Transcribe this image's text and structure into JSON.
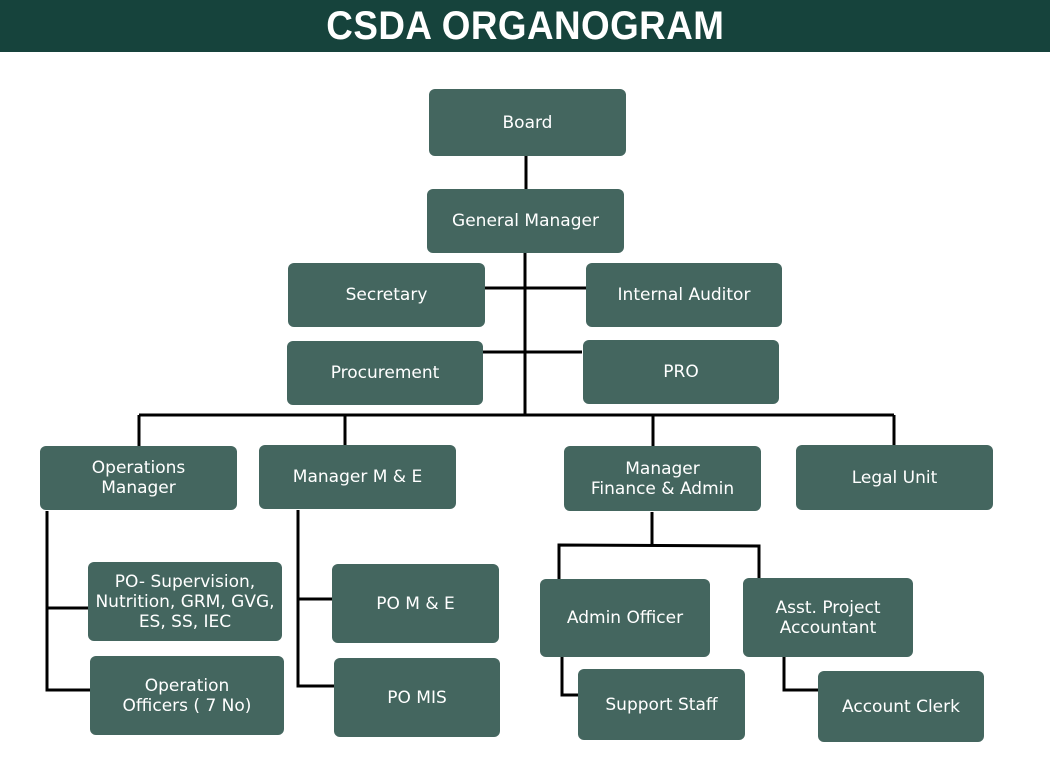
{
  "header": {
    "title": "CSDA ORGANOGRAM"
  },
  "colors": {
    "header_bg": "#16433c",
    "node_bg": "#44665f",
    "node_text": "#ffffff",
    "connector": "#000000"
  },
  "nodes": {
    "board": "Board",
    "general_manager": "General Manager",
    "secretary": "Secretary",
    "internal_auditor": "Internal Auditor",
    "procurement": "Procurement",
    "pro": "PRO",
    "operations_manager": "Operations\nManager",
    "manager_me": "Manager M & E",
    "manager_finance_admin": "Manager\nFinance & Admin",
    "legal_unit": "Legal Unit",
    "po_supervision": "PO- Supervision,\nNutrition, GRM, GVG,\nES, SS, IEC",
    "operation_officers": "Operation\nOfficers ( 7 No)",
    "po_me": "PO M & E",
    "po_mis": "PO MIS",
    "admin_officer": "Admin Officer",
    "asst_project_accountant": "Asst. Project\nAccountant",
    "support_staff": "Support Staff",
    "account_clerk": "Account Clerk"
  }
}
